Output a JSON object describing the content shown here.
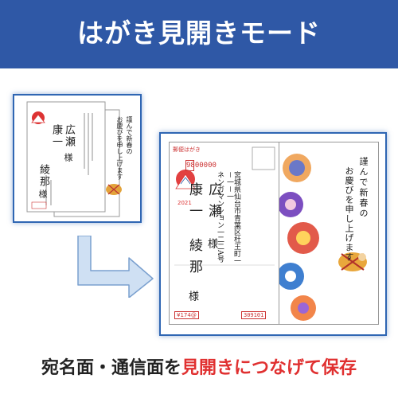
{
  "banner": {
    "title": "はがき見開きモード"
  },
  "footer": {
    "text_normal": "宛名面・通信面を",
    "text_highlight": "見開きにつなげて保存"
  },
  "large_card": {
    "label": "郵便はがき",
    "postal_code": "9800000",
    "name_surname": "広瀬",
    "name_given": "康一",
    "name_second": "綾那",
    "honorific_1": "様",
    "honorific_2": "様",
    "address_1": "宮城県仙台市青葉区杜王町一－一－一",
    "address_2": "ネンガマンション一二二A号",
    "greeting_1": "謹んで新春の",
    "greeting_2": "お慶びを申し上げます",
    "year": "2021",
    "stamp_bottom": "¥174@",
    "code_bottom": "309101"
  },
  "small_card": {
    "name_surname": "広瀬",
    "name_given": "康一",
    "name_second": "綾那",
    "honorific_1": "様",
    "honorific_2": "様",
    "greeting_1": "謹んで新春の",
    "greeting_2": "お慶びを申し上げます"
  },
  "colors": {
    "banner": "#2f58a6",
    "panel_border": "#2f66b3",
    "highlight": "#e03030",
    "arrow_fill": "#cfe0f3",
    "arrow_stroke": "#7aa0cf"
  }
}
